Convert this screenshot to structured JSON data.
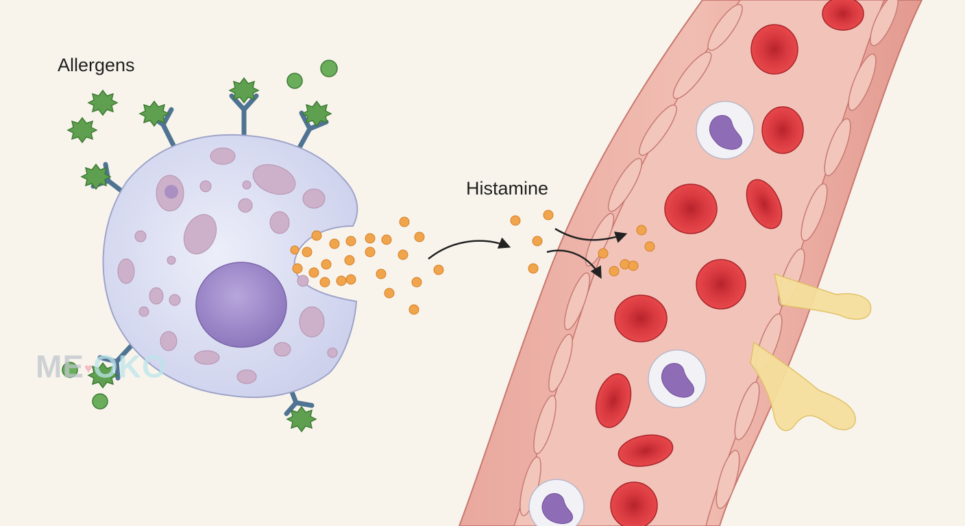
{
  "labels": {
    "allergens": "Allergens",
    "histamine": "Histamine"
  },
  "watermark": {
    "part1": "ME",
    "part2": "OKO"
  },
  "colors": {
    "background": "#f8f4ec",
    "cell_body": "#dcdff2",
    "cell_outline": "#9ea3c9",
    "nucleus": "#9a86c6",
    "granule": "#c9aac3",
    "receptor": "#4f7392",
    "allergen": "#5ea04f",
    "histamine": "#f0a44c",
    "vessel_wall": "#e7a59c",
    "vessel_lumen": "#f2c2b8",
    "red_blood_cell": "#d8333a",
    "white_blood_cell": "#f1f1f6",
    "fluid_leak": "#f3dc97",
    "arrow": "#222222"
  },
  "icons": {
    "cell": "mast-cell",
    "vessel": "blood-vessel",
    "allergen": "allergen-particle",
    "histamine": "histamine-granule"
  }
}
